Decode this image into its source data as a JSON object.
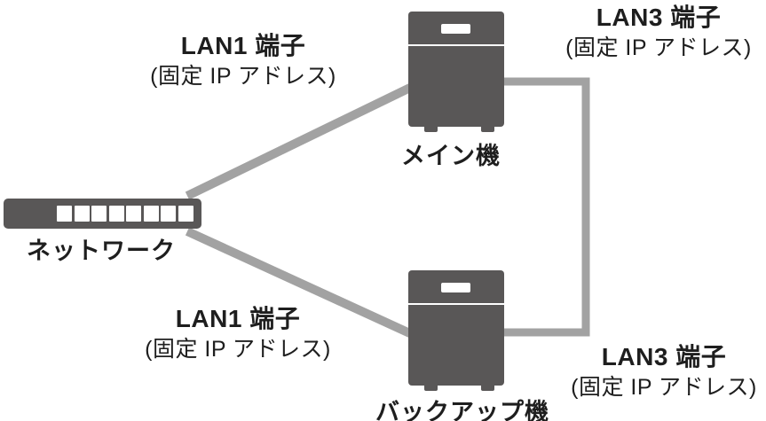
{
  "diagram": {
    "title_hint": "NAS replication network diagram",
    "colors": {
      "device": "#595757",
      "cable": "#a2a2a2",
      "port": "#ffffff",
      "text": "#1e1e1e",
      "background": "#ffffff"
    },
    "network_switch": {
      "label": "ネットワーク",
      "port_count": 8
    },
    "main_nas": {
      "label": "メイン機",
      "lan1": {
        "title": "LAN1 端子",
        "subtitle": "(固定 IP アドレス)"
      },
      "lan3": {
        "title": "LAN3 端子",
        "subtitle": "(固定 IP アドレス)"
      }
    },
    "backup_nas": {
      "label": "バックアップ機",
      "lan1": {
        "title": "LAN1 端子",
        "subtitle": "(固定 IP アドレス)"
      },
      "lan3": {
        "title": "LAN3 端子",
        "subtitle": "(固定 IP アドレス)"
      }
    }
  }
}
